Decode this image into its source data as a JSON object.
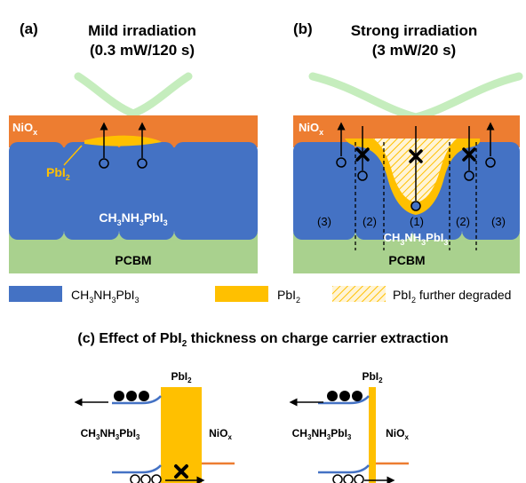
{
  "panel_a": {
    "letter": "(a)",
    "title_line1": "Mild irradiation",
    "title_line2": "(0.3 mW/120 s)",
    "nio_label": "NiO",
    "nio_sub": "x",
    "pbi2_label": "PbI",
    "pbi2_sub": "2",
    "mapbi3_label": {
      "p1": "CH",
      "s1": "3",
      "p2": "NH",
      "s2": "3",
      "p3": "PbI",
      "s3": "3"
    },
    "pcbm_label": "PCBM"
  },
  "panel_b": {
    "letter": "(b)",
    "title_line1": "Strong irradiation",
    "title_line2": "(3 mW/20 s)",
    "nio_label": "NiO",
    "nio_sub": "x",
    "region_labels": [
      "(3)",
      "(2)",
      "(1)",
      "(2)",
      "(3)"
    ],
    "mapbi3_label": {
      "p1": "CH",
      "s1": "3",
      "p2": "NH",
      "s2": "3",
      "p3": "PbI",
      "s3": "3"
    },
    "pcbm_label": "PCBM"
  },
  "legend": {
    "mapbi3": {
      "p1": "CH",
      "s1": "3",
      "p2": "NH",
      "s2": "3",
      "p3": "PbI",
      "s3": "3"
    },
    "pbi2": {
      "p1": "PbI",
      "s1": "2"
    },
    "degraded": {
      "p1": "PbI",
      "s1": "2",
      "p2": " further degraded"
    }
  },
  "panel_c": {
    "title": {
      "p1": "(c) Effect of PbI",
      "s1": "2",
      "p2": " thickness on charge carrier extraction"
    },
    "left": {
      "pbi2_label": {
        "p1": "PbI",
        "s1": "2"
      },
      "mapbi3_label": {
        "p1": "CH",
        "s1": "3",
        "p2": "NH",
        "s2": "3",
        "p3": "PbI",
        "s3": "3"
      },
      "nio_label": {
        "p1": "NiO",
        "s1": "x"
      }
    },
    "right": {
      "pbi2_label": {
        "p1": "PbI",
        "s1": "2"
      },
      "mapbi3_label": {
        "p1": "CH",
        "s1": "3",
        "p2": "NH",
        "s2": "3",
        "p3": "PbI",
        "s3": "3"
      },
      "nio_label": {
        "p1": "NiO",
        "s1": "x"
      }
    }
  },
  "colors": {
    "perovskite_blue": "#4472C4",
    "pbi2_yellow": "#FFC000",
    "nio_orange": "#ED7D31",
    "pcbm_green": "#A9D18E",
    "light_green": "#C5EDBD"
  }
}
